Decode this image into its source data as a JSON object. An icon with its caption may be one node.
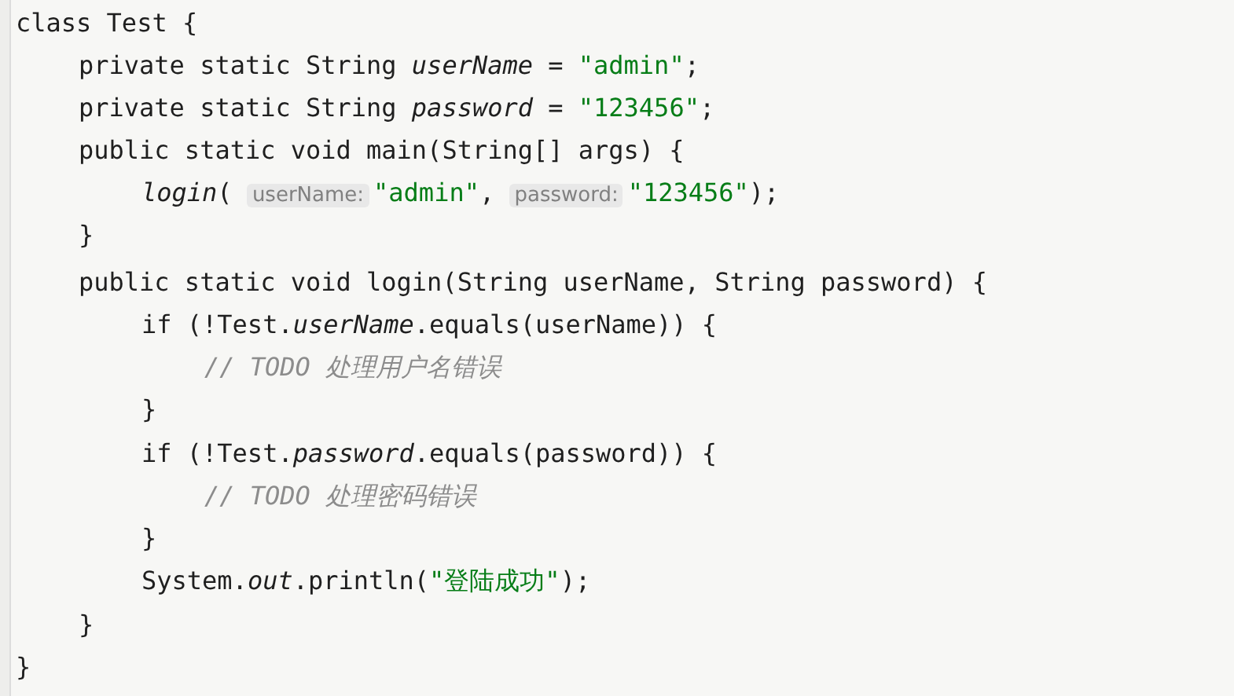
{
  "diagram": {
    "labels": [
      "class Test {",
      "private static String *userName* = \"admin\";",
      "private static String *password* = \"123456\";",
      "public static void main(String[] args) {",
      "*login*( userName: \"admin\", password: \"123456\");",
      "}",
      "public static void login(String userName, String password) {",
      "if (!Test.*userName*.equals(userName)) {",
      "// TODO 处理用户名错误",
      "}",
      "if (!Test.*password*.equals(password)) {",
      "// TODO 处理密码错误",
      "}",
      "System.*out*.println(\"登陆成功\");",
      "}",
      "}"
    ]
  }
}
